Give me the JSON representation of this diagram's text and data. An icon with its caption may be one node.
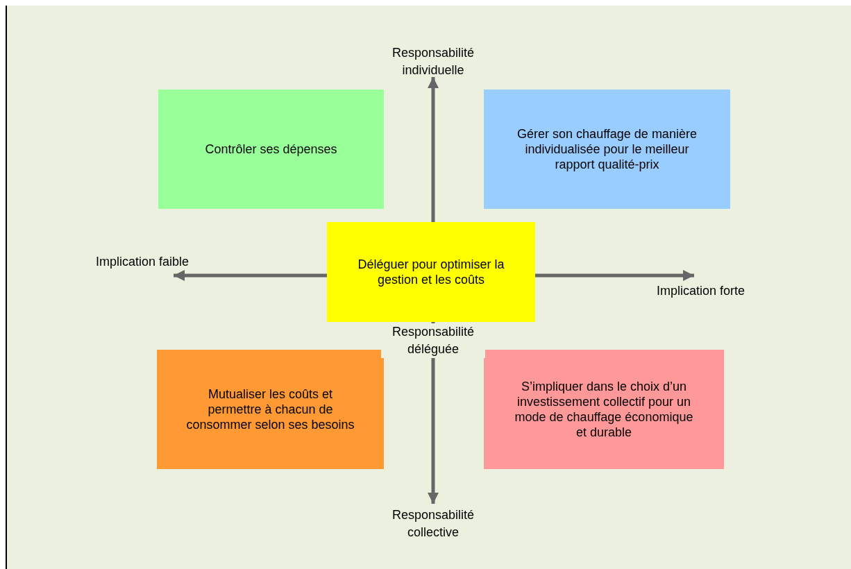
{
  "diagram": {
    "nodes": [
      {
        "text": [
          "Contrôler ses dépenses"
        ]
      },
      {
        "text": [
          "Gérer son chauffage de manière individualisée pour le meilleur rapport qualité-prix"
        ]
      },
      {
        "text": [
          "Déléguer pour optimiser la gestion et les coûts"
        ]
      },
      {
        "text": [
          "Mutualiser les coûts et permettre à chacun de consommer selon ses besoins"
        ]
      },
      {
        "text": [
          "S’impliquer dans le choix d’un investissement collectif pour un mode de chauffage économique et durable"
        ]
      }
    ],
    "labels": [
      "Responsabilité individuelle",
      "Implication faible",
      "Implication forte",
      "Responsabilité déléguée",
      "Responsabilité collective"
    ]
  }
}
